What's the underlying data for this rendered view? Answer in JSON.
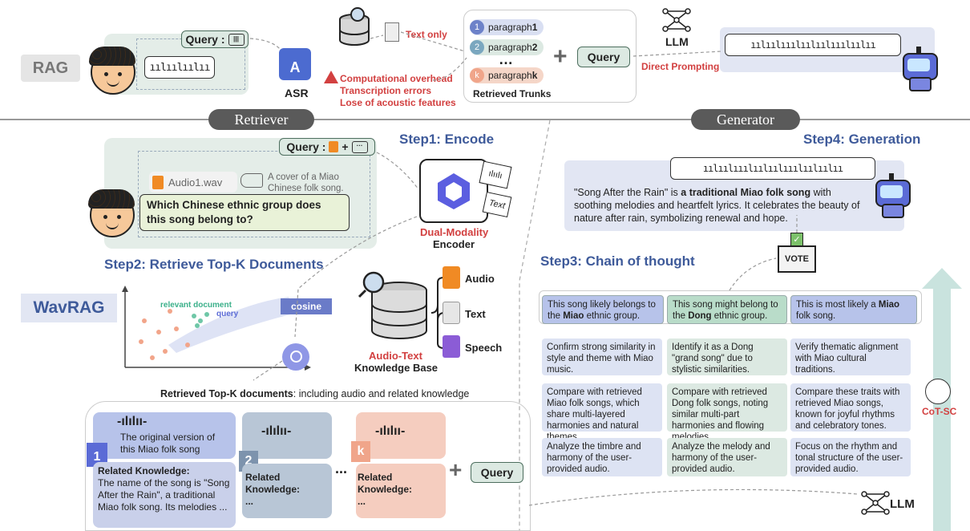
{
  "top": {
    "rag_label": "RAG",
    "query_label": "Query :",
    "asr_label": "ASR",
    "asr_letter": "A",
    "text_only": "Text only",
    "issues": [
      "Computational overhead",
      "Transcription errors",
      "Lose of acoustic features"
    ],
    "paragraphs": [
      {
        "num": "1",
        "text": "paragraph ",
        "bold": "1"
      },
      {
        "num": "2",
        "text": "paragraph ",
        "bold": "2"
      },
      {
        "num": "k",
        "text": "paragraph ",
        "bold": "k"
      }
    ],
    "ellipsis": "…",
    "retrieved_trunks": "Retrieved Trunks",
    "plus": "+",
    "query_box": "Query",
    "llm_label": "LLM",
    "direct_prompting": "Direct Prompting"
  },
  "sections": {
    "retriever": "Retriever",
    "generator": "Generator"
  },
  "retriever": {
    "step1": "Step1: Encode",
    "step2": "Step2: Retrieve Top-K Documents",
    "query_label": "Query :",
    "query_plus": "+",
    "audio_file": "Audio1.wav",
    "audio_note": "A cover of a Miao Chinese folk song.",
    "question": "Which Chinese ethnic group does this song belong to?",
    "encoder_label_1": "Dual-Modality",
    "encoder_label_2": "Encoder",
    "text_tag": "Text",
    "wavrag": "WavRAG",
    "relevant_document": "relevant document",
    "query_word": "query",
    "cosine": "cosine",
    "kb_label_1": "Audio-Text",
    "kb_label_2": "Knowledge Base",
    "kb_items": [
      "Audio",
      "Text",
      "Speech"
    ],
    "retrieved_title_bold": "Retrieved Top-K documents",
    "retrieved_title_rest": ": including audio and related knowledge",
    "doc1_caption": "The original version of this Miao folk song",
    "doc1_num": "1",
    "doc1_related": "Related Knowledge:",
    "doc1_text": "The name of the song is \"Song After the Rain\", a traditional Miao folk song. Its melodies ...",
    "doc2_num": "2",
    "doc2_related": "Related Knowledge:",
    "doc2_text": "...",
    "dots": "...",
    "dock_num": "k",
    "dock_related": "Related Knowledge:",
    "dock_text": "...",
    "plus": "+",
    "query_box": "Query"
  },
  "generator": {
    "step4": "Step4: Generation",
    "answer_pre": "\"Song After the Rain\" is ",
    "answer_bold": "a traditional Miao folk song",
    "answer_post": " with soothing melodies and heartfelt lyrics. It celebrates the beauty of nature after rain, symbolizing renewal and hope.",
    "vote": "VOTE",
    "step3": "Step3: Chain of thought",
    "cot_heads": [
      {
        "pre": "This song likely belongs to the ",
        "bold": "Miao",
        "post": " ethnic group."
      },
      {
        "pre": "This song might belong to the ",
        "bold": "Dong",
        "post": " ethnic group."
      },
      {
        "pre": "This is most likely a ",
        "bold": "Miao",
        "post": " folk song."
      }
    ],
    "cot_rows": [
      [
        "Confirm strong similarity in style and theme with Miao music.",
        "Identify it as a Dong \"grand song\" due to stylistic similarities.",
        "Verify thematic alignment with Miao cultural traditions."
      ],
      [
        "Compare with retrieved Miao folk songs, which share multi-layered harmonies and natural themes.",
        "Compare with retrieved Dong folk songs, noting similar multi-part harmonies and flowing melodies.",
        "Compare these traits with retrieved Miao songs, known for joyful rhythms and celebratory tones."
      ],
      [
        "Analyze the timbre and harmony of the user-provided audio.",
        "Analyze the melody and harmony of the user-provided audio.",
        "Focus on the rhythm and tonal structure of the user-provided audio."
      ]
    ],
    "cot_sc": "CoT-SC",
    "llm_label": "LLM"
  },
  "colors": {
    "accent_blue": "#3e5a9a",
    "red": "#d24040",
    "green": "#dce9e2",
    "orange": "#f5cdbf"
  }
}
